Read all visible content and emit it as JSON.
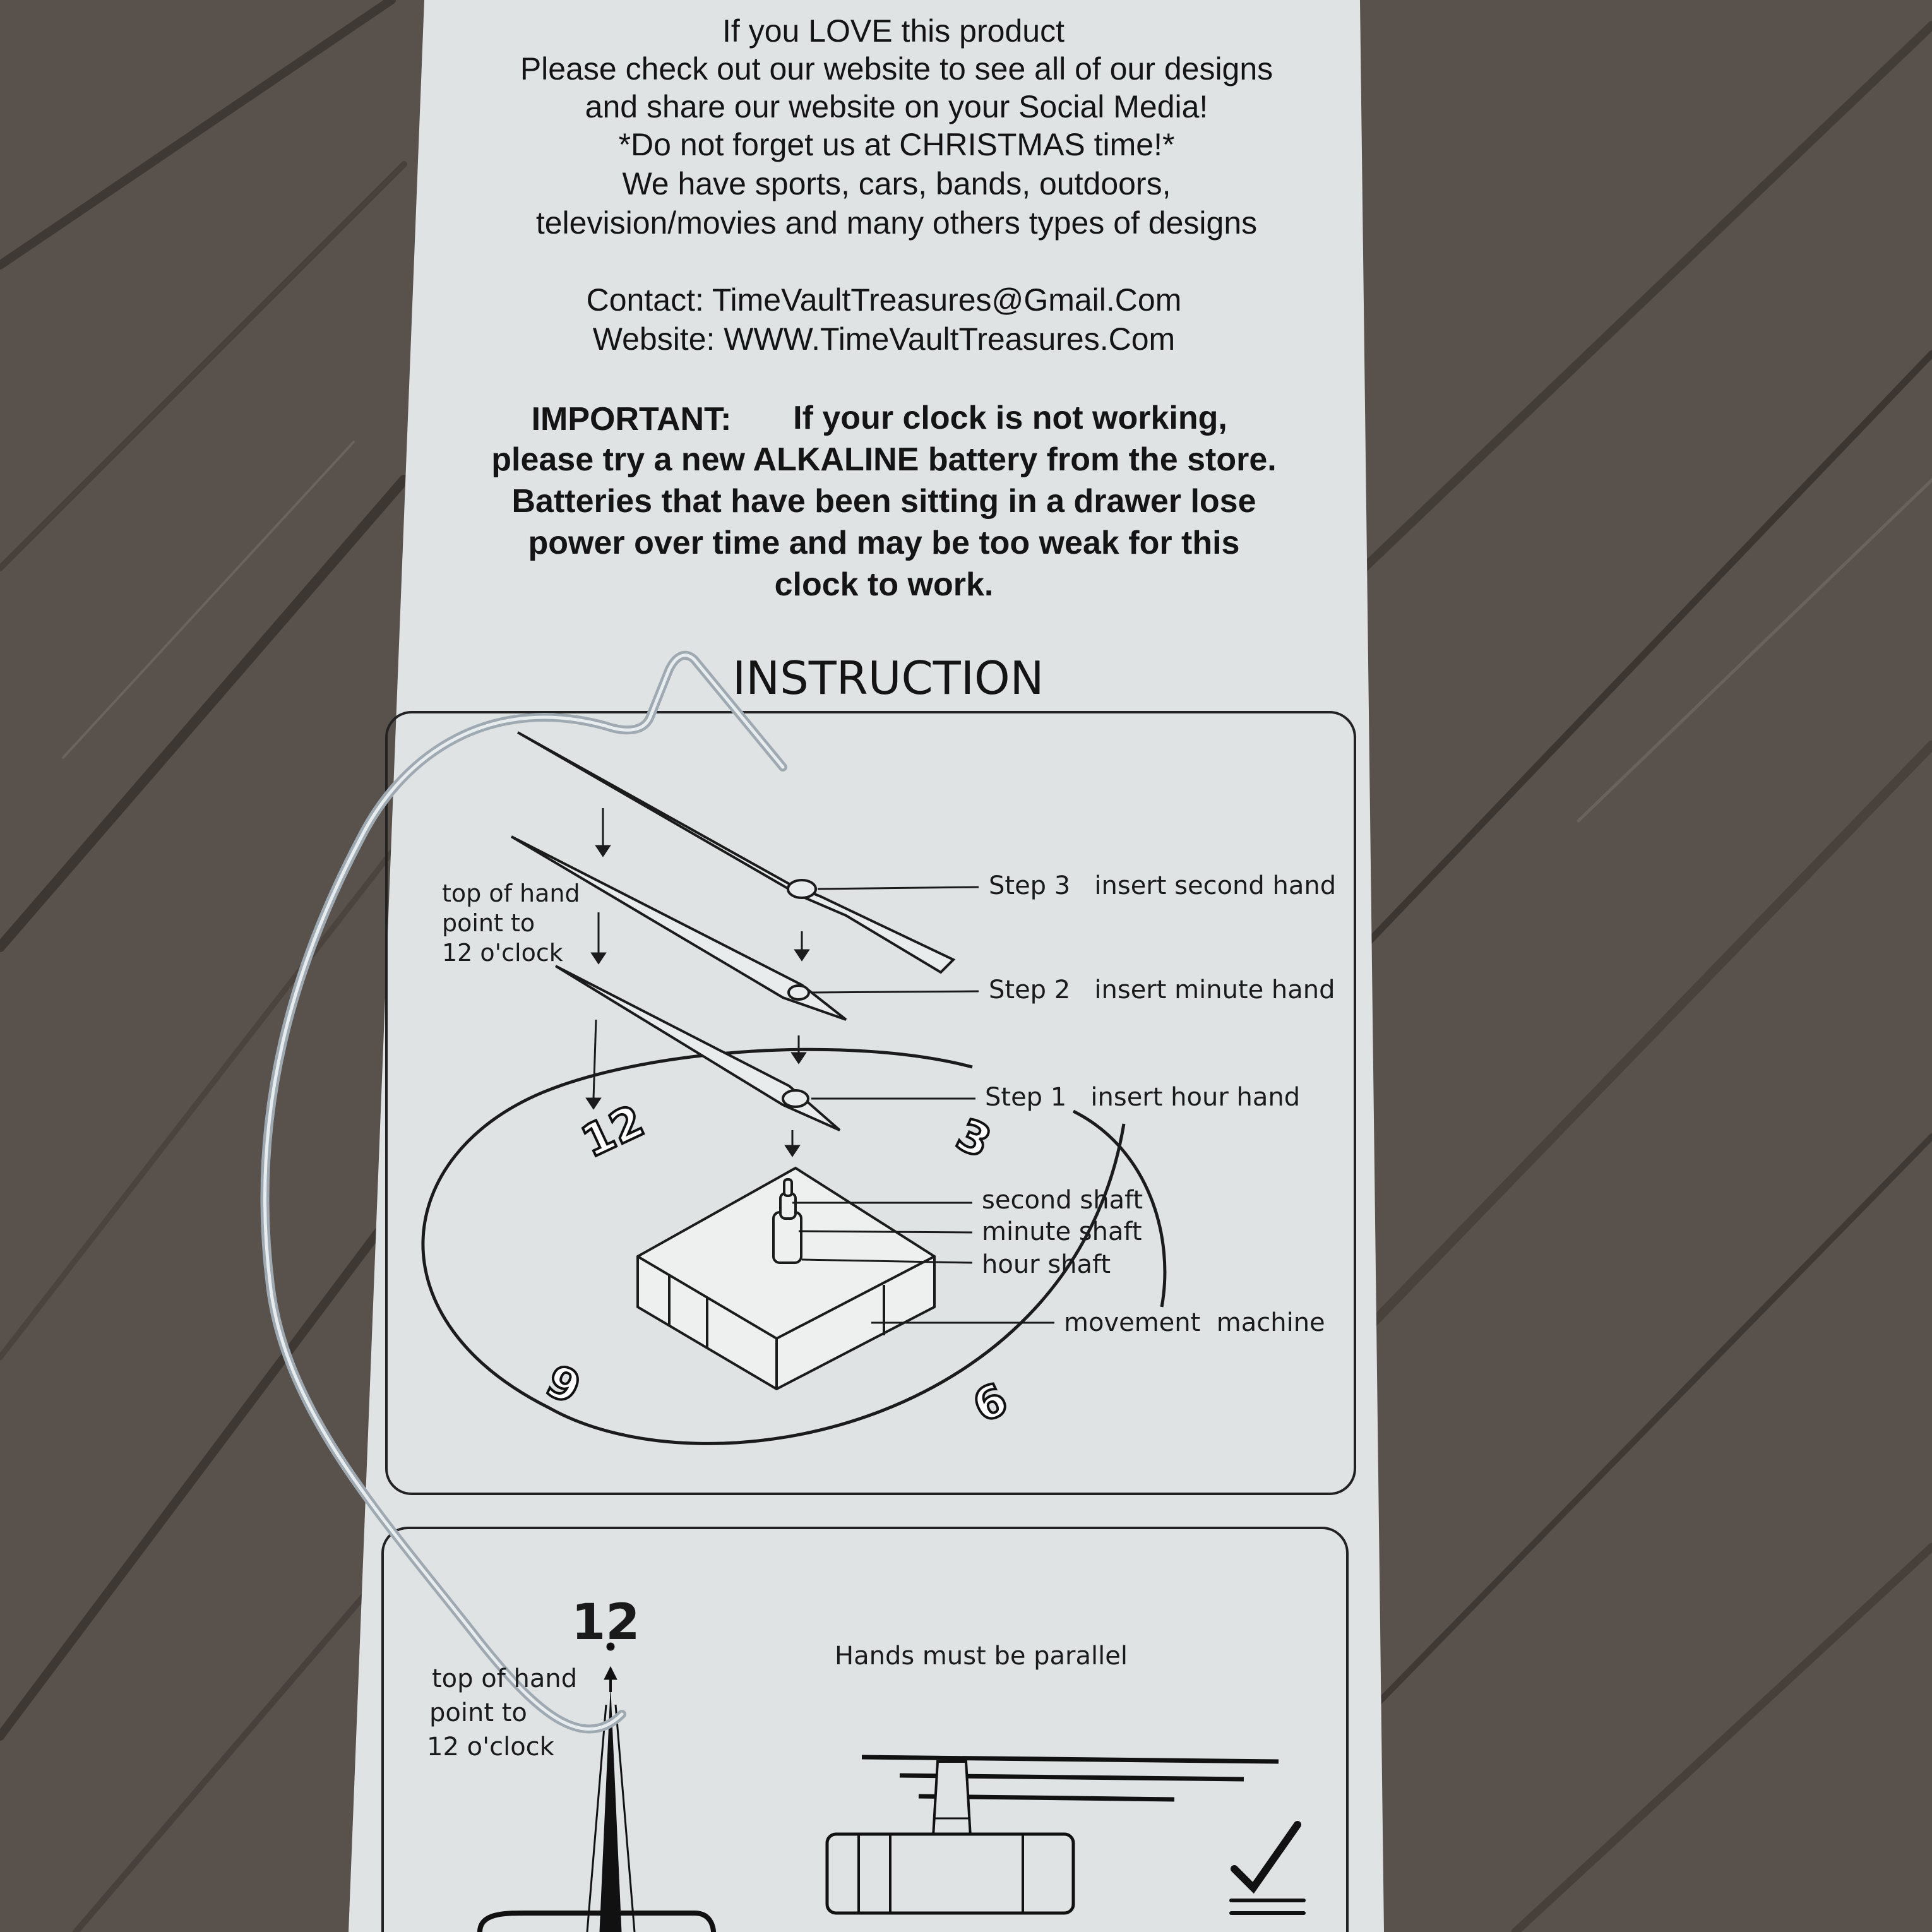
{
  "card": {
    "promo_lines": [
      "If you LOVE this product",
      "Please check out our website to see all of our designs",
      "and share our website on your Social Media!",
      "*Do not forget us at CHRISTMAS time!*",
      "We have sports, cars, bands, outdoors,",
      "television/movies and many others types of designs"
    ],
    "contact": "Contact: TimeVaultTreasures@Gmail.Com",
    "website": "Website: WWW.TimeVaultTreasures.Com",
    "important_label": "IMPORTANT:",
    "important_lines": [
      "If your clock is not working,",
      "please try a new ALKALINE battery from the store.",
      "Batteries that have been sitting in a drawer lose",
      "power over time and may be too weak for this",
      "clock to work."
    ],
    "instruction_title": "INSTRUCTION",
    "diagram1": {
      "hand_note": [
        "top of hand",
        "point to",
        "12 o'clock"
      ],
      "step3": "Step 3   insert second hand",
      "step2": "Step 2   insert minute hand",
      "step1": "Step 1   insert hour hand",
      "second_shaft": "second shaft",
      "minute_shaft": "minute shaft",
      "hour_shaft": "hour shaft",
      "movement": "movement  machine",
      "dial_numbers": [
        "12",
        "3",
        "6",
        "9"
      ]
    },
    "diagram2": {
      "hand_note": [
        "top of hand",
        "point to",
        "12 o'clock"
      ],
      "twelve": "12",
      "parallel": "Hands must be parallel"
    }
  },
  "colors": {
    "table_wood": "#5a534e",
    "paper": "#dde2e3",
    "ink": "#141414",
    "wire": "#b9c4cc"
  }
}
